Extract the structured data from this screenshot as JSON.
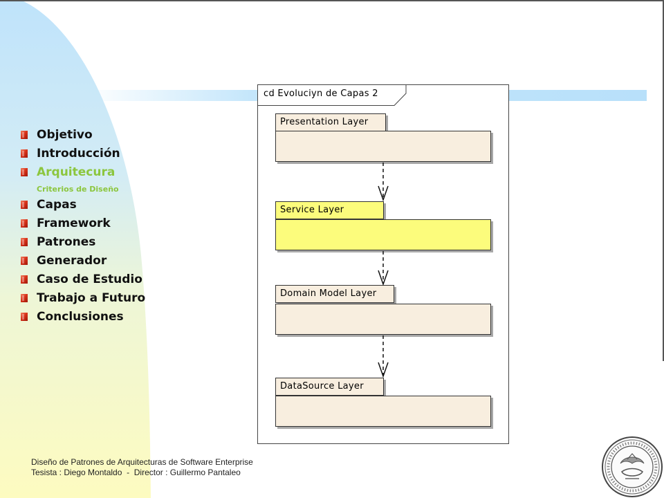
{
  "menu": {
    "items": [
      {
        "label": "Objetivo",
        "active": false
      },
      {
        "label": "Introducción",
        "active": false
      },
      {
        "label": "Arquitecura",
        "active": true
      },
      {
        "label": "Capas",
        "active": false
      },
      {
        "label": "Framework",
        "active": false
      },
      {
        "label": "Patrones",
        "active": false
      },
      {
        "label": "Generador",
        "active": false
      },
      {
        "label": "Caso de Estudio",
        "active": false
      },
      {
        "label": "Trabajo a Futuro",
        "active": false
      },
      {
        "label": "Conclusiones",
        "active": false
      }
    ],
    "subitem": "Criterios de Diseño"
  },
  "diagram": {
    "title": "cd Evoluciyn de Capas 2",
    "layers": [
      {
        "name": "Presentation Layer",
        "fill": "#f8eedf"
      },
      {
        "name": "Service Layer",
        "fill": "#fcfc7c"
      },
      {
        "name": "Domain Model Layer",
        "fill": "#f8eedf"
      },
      {
        "name": "DataSource Layer",
        "fill": "#f8eedf"
      }
    ],
    "dependencies": [
      {
        "from": "Presentation Layer",
        "to": "Service Layer"
      },
      {
        "from": "Service Layer",
        "to": "Domain Model Layer"
      },
      {
        "from": "Domain Model Layer",
        "to": "DataSource Layer"
      }
    ]
  },
  "footer": {
    "line1": "Diseño de Patrones de Arquitecturas de Software Enterprise",
    "line2": "Tesista : Diego Montaldo  -  Director : Guillermo Pantaleo"
  },
  "colors": {
    "accent": "#8cc63e",
    "bullet": "#d8321a",
    "background_blue": "#c4e6fb",
    "background_yellow": "#fdfbc0"
  }
}
